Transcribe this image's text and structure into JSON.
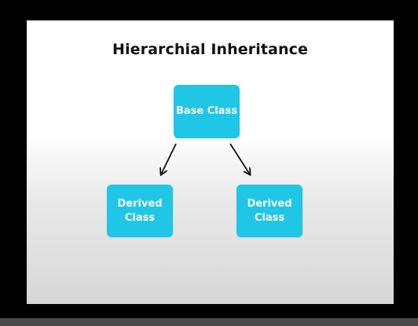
{
  "slide": {
    "title": "Hierarchial Inheritance"
  },
  "nodes": {
    "base": "Base Class",
    "derived_left": "Derived\nClass",
    "derived_right": "Derived\nClass"
  },
  "colors": {
    "node_fill": "#1fc6e6",
    "node_text": "#ffffff",
    "title_text": "#111111",
    "arrow": "#111111",
    "frame": "#000000"
  },
  "edges": [
    {
      "from": "base",
      "to": "derived_left"
    },
    {
      "from": "base",
      "to": "derived_right"
    }
  ]
}
